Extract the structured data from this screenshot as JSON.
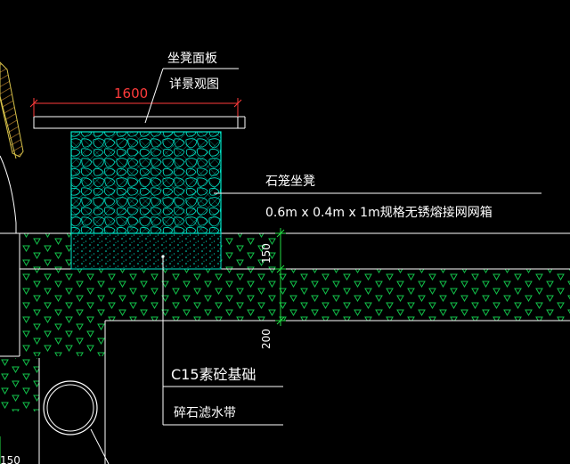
{
  "drawing": {
    "labels": {
      "bench_panel_title": "坐凳面板",
      "bench_panel_detail": "详景观图",
      "gabion_title": "石笼坐凳",
      "gabion_spec": "0.6m x 0.4m x 1m规格无锈熔接网网箱",
      "base_title": "C15素砼基础",
      "base_sub": "碎石滤水带"
    },
    "dimensions": {
      "panel_length": "1600",
      "base_thickness": "150",
      "lower_thickness": "200",
      "edge_partial": "150"
    },
    "colors": {
      "background": "#000000",
      "line_white": "#ffffff",
      "gabion_cyan": "#00e5c8",
      "hatch_green": "#12c24a",
      "dim_green": "#22dd44",
      "dim_red": "#ff3b3b",
      "hatch_brown": "#b07a2a",
      "hatch_yellow": "#d6c24a"
    }
  }
}
